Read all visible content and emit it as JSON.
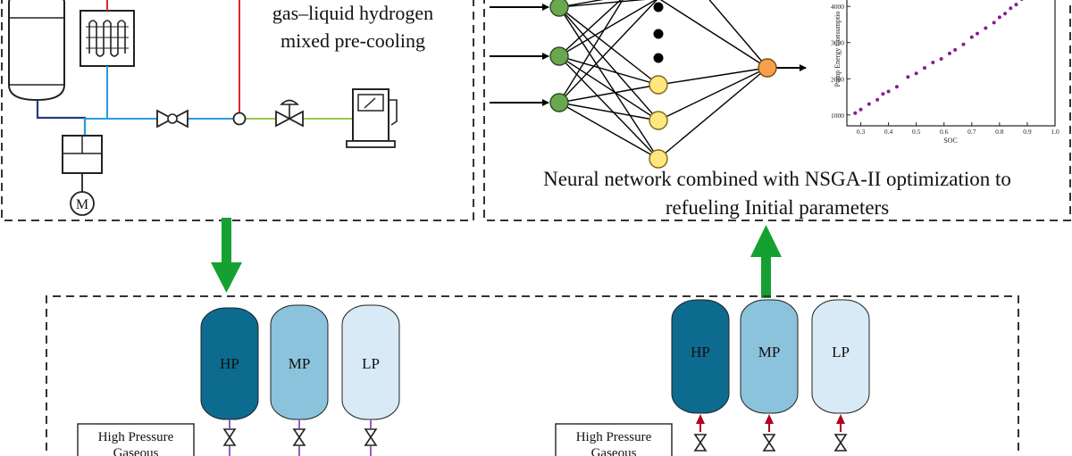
{
  "top_left_panel": {
    "caption_line1": "gas–liquid hydrogen",
    "caption_line2": "mixed pre-cooling",
    "motor_label": "M"
  },
  "top_right_panel": {
    "caption_line1": "Neural network combined with NSGA-II optimization to",
    "caption_line2": "refueling Initial parameters",
    "scatter": {
      "ylabel": "Pump Energy Consumptio",
      "xlabel": "SOC",
      "x_ticks": [
        "0.3",
        "0.4",
        "0.5",
        "0.6",
        "0.7",
        "0.8",
        "0.9",
        "1.0"
      ],
      "y_ticks": [
        "1000",
        "2000",
        "3000",
        "4000"
      ]
    }
  },
  "bottom_panel": {
    "left_tanks": [
      "HP",
      "MP",
      "LP"
    ],
    "right_tanks": [
      "HP",
      "MP",
      "LP"
    ],
    "left_source_label_line1": "High Pressure",
    "left_source_label_line2": "Gaseous",
    "right_source_label_line1": "High Pressure",
    "right_source_label_line2": "Gaseous"
  },
  "chart_data": {
    "type": "scatter",
    "xlabel": "SOC",
    "ylabel": "Pump Energy Consumptio",
    "xlim": [
      0.25,
      1.0
    ],
    "ylim": [
      700,
      4300
    ],
    "x": [
      0.28,
      0.3,
      0.33,
      0.36,
      0.38,
      0.4,
      0.43,
      0.47,
      0.5,
      0.53,
      0.56,
      0.59,
      0.62,
      0.64,
      0.67,
      0.7,
      0.72,
      0.75,
      0.78,
      0.8,
      0.82,
      0.84,
      0.86,
      0.88,
      0.89
    ],
    "y": [
      1050,
      1150,
      1300,
      1420,
      1580,
      1650,
      1780,
      2050,
      2150,
      2300,
      2450,
      2550,
      2700,
      2800,
      2950,
      3150,
      3250,
      3400,
      3550,
      3700,
      3800,
      3950,
      4050,
      4200,
      4280
    ],
    "colors": {
      "points": "#8b1c8b"
    }
  },
  "colors": {
    "red_line": "#e0262b",
    "blue_line": "#2b9be0",
    "navy_line": "#1f3d7a",
    "green_line": "#9ac94e",
    "arrow_green": "#15a132",
    "node_green": "#6aa84f",
    "node_yellow": "#ffe680",
    "node_orange": "#f6a04d",
    "tank_hp": "#0d6b8f",
    "tank_mp": "#8cc3dc",
    "tank_lp": "#d7eaf5",
    "purple_pipe": "#9b59c4",
    "dark_red_arrow": "#b00020"
  },
  "icons": [
    "storage-tank-icon",
    "heat-exchanger-icon",
    "motor-icon",
    "pump-icon",
    "ball-valve-icon",
    "control-valve-icon",
    "dispenser-icon",
    "check-valve-icon"
  ]
}
